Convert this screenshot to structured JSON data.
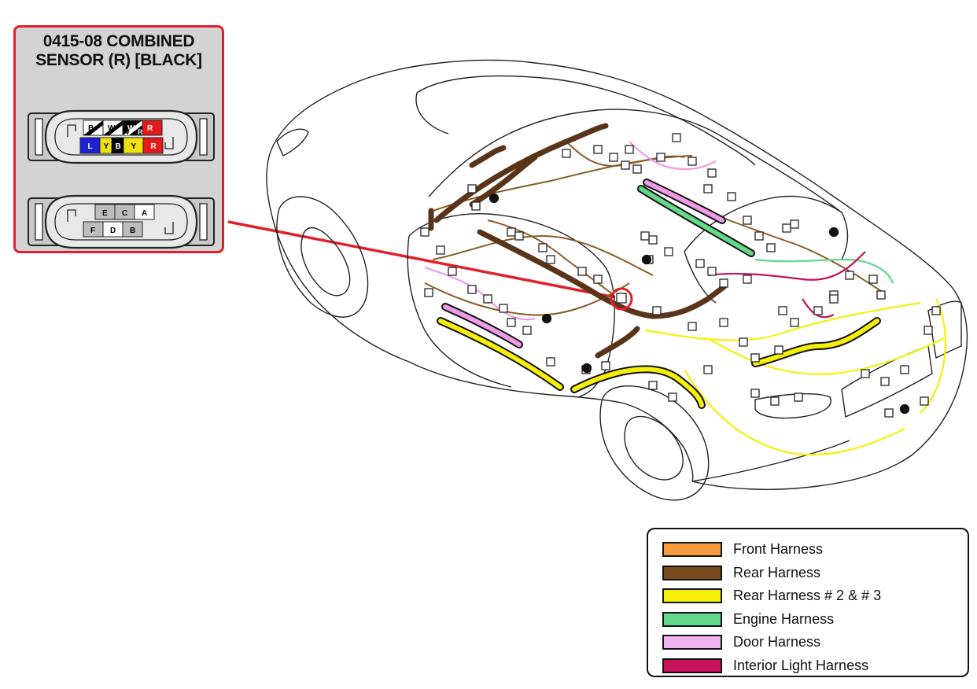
{
  "connector": {
    "title_line1": "0415-08 COMBINED",
    "title_line2": "SENSOR (R) [BLACK]",
    "wire_view": {
      "top_row": [
        {
          "label": "B",
          "color": "#ffffff",
          "stripe": "#000000"
        },
        {
          "label": "W",
          "color": "#ffffff",
          "stripe": "#000000"
        },
        {
          "label": "W",
          "color": "#000000",
          "stripe": "#ffffff"
        },
        {
          "label": "R",
          "color": "#e31b1b",
          "stripe": "#e31b1b"
        }
      ],
      "top_row_stripes": [
        "W",
        "R"
      ],
      "bottom_row": [
        {
          "label": "L",
          "color": "#1f1fd6"
        },
        {
          "label": "Y",
          "color": "#f2e20c"
        },
        {
          "label": "B",
          "color": "#000000"
        },
        {
          "label": "Y",
          "color": "#f2e20c"
        },
        {
          "label": "R",
          "color": "#e31b1b"
        }
      ]
    },
    "pin_view": {
      "top_row": [
        "E",
        "C",
        "A"
      ],
      "bottom_row": [
        "F",
        "D",
        "B"
      ]
    }
  },
  "legend": {
    "items": [
      {
        "label": "Front Harness",
        "color": "#f79a3e"
      },
      {
        "label": "Rear Harness",
        "color": "#7a4a1f"
      },
      {
        "label": "Rear Harness # 2 & # 3",
        "color": "#f5f00a"
      },
      {
        "label": "Engine Harness",
        "color": "#62d98a"
      },
      {
        "label": "Door Harness",
        "color": "#f0b4ef"
      },
      {
        "label": "Interior Light Harness",
        "color": "#c8125c"
      }
    ]
  },
  "colors": {
    "callout": "#e3202a",
    "rear_harness": "#5a3418",
    "rear_harness_thin": "#8a5a25",
    "yellow_harness": "#f5f00a",
    "door_harness": "#ee9be6",
    "engine_harness": "#62d98a",
    "interior_light": "#c8125c"
  }
}
